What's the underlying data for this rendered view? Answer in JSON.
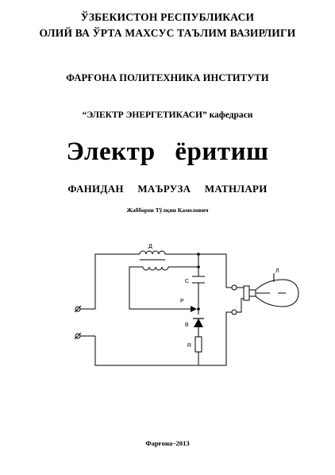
{
  "header": {
    "republic": "ЎЗБЕКИСТОН РЕСПУБЛИКАСИ",
    "ministry": "ОЛИЙ ВА ЎРТА МАХСУС ТАЪЛИМ ВАЗИРЛИГИ",
    "institute": "ФАРҒОНА ПОЛИТЕХНИКА ИНСТИТУТИ",
    "department": "“ЭЛЕКТР ЭНЕРГЕТИКАСИ” кафедраси"
  },
  "title": "Электр ёритиш",
  "subtitle": "ФАНИДАН МАЪРУЗА МАТНЛАРИ",
  "author": "Жабборов Тўлқин Камолович",
  "circuit": {
    "label_D": "Д",
    "label_C": "С",
    "label_P": "Р",
    "label_V": "В",
    "label_R": "R",
    "label_L": "Л"
  },
  "footer": "Фарғона–2013"
}
